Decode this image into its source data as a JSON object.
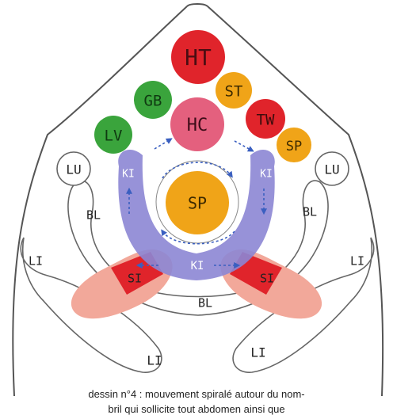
{
  "labels": {
    "ht": "HT",
    "gb": "GB",
    "st": "ST",
    "hc": "HC",
    "tw": "TW",
    "lv": "LV",
    "sp_upper": "SP",
    "lu_left": "LU",
    "lu_right": "LU",
    "ki_left": "KI",
    "ki_right": "KI",
    "ki_bottom": "KI",
    "sp_center": "SP",
    "bl_left": "BL",
    "bl_right": "BL",
    "bl_bottom": "BL",
    "li_left": "LI",
    "li_right": "LI",
    "li_bottom_left": "LI",
    "li_bottom_right": "LI",
    "si_left": "SI",
    "si_right": "SI"
  },
  "colors": {
    "red": "#e0242b",
    "orange": "#f0a418",
    "green": "#3aa43c",
    "pink": "#e4607e",
    "purple": "#8c86d4",
    "salmon": "#f2a89a",
    "outline": "#555555",
    "arrow": "#3a5fc0"
  },
  "caption": {
    "line1": "dessin n°4 : mouvement spiralé autour du nom-",
    "line2": "bril qui sollicite tout abdomen ainsi que"
  }
}
